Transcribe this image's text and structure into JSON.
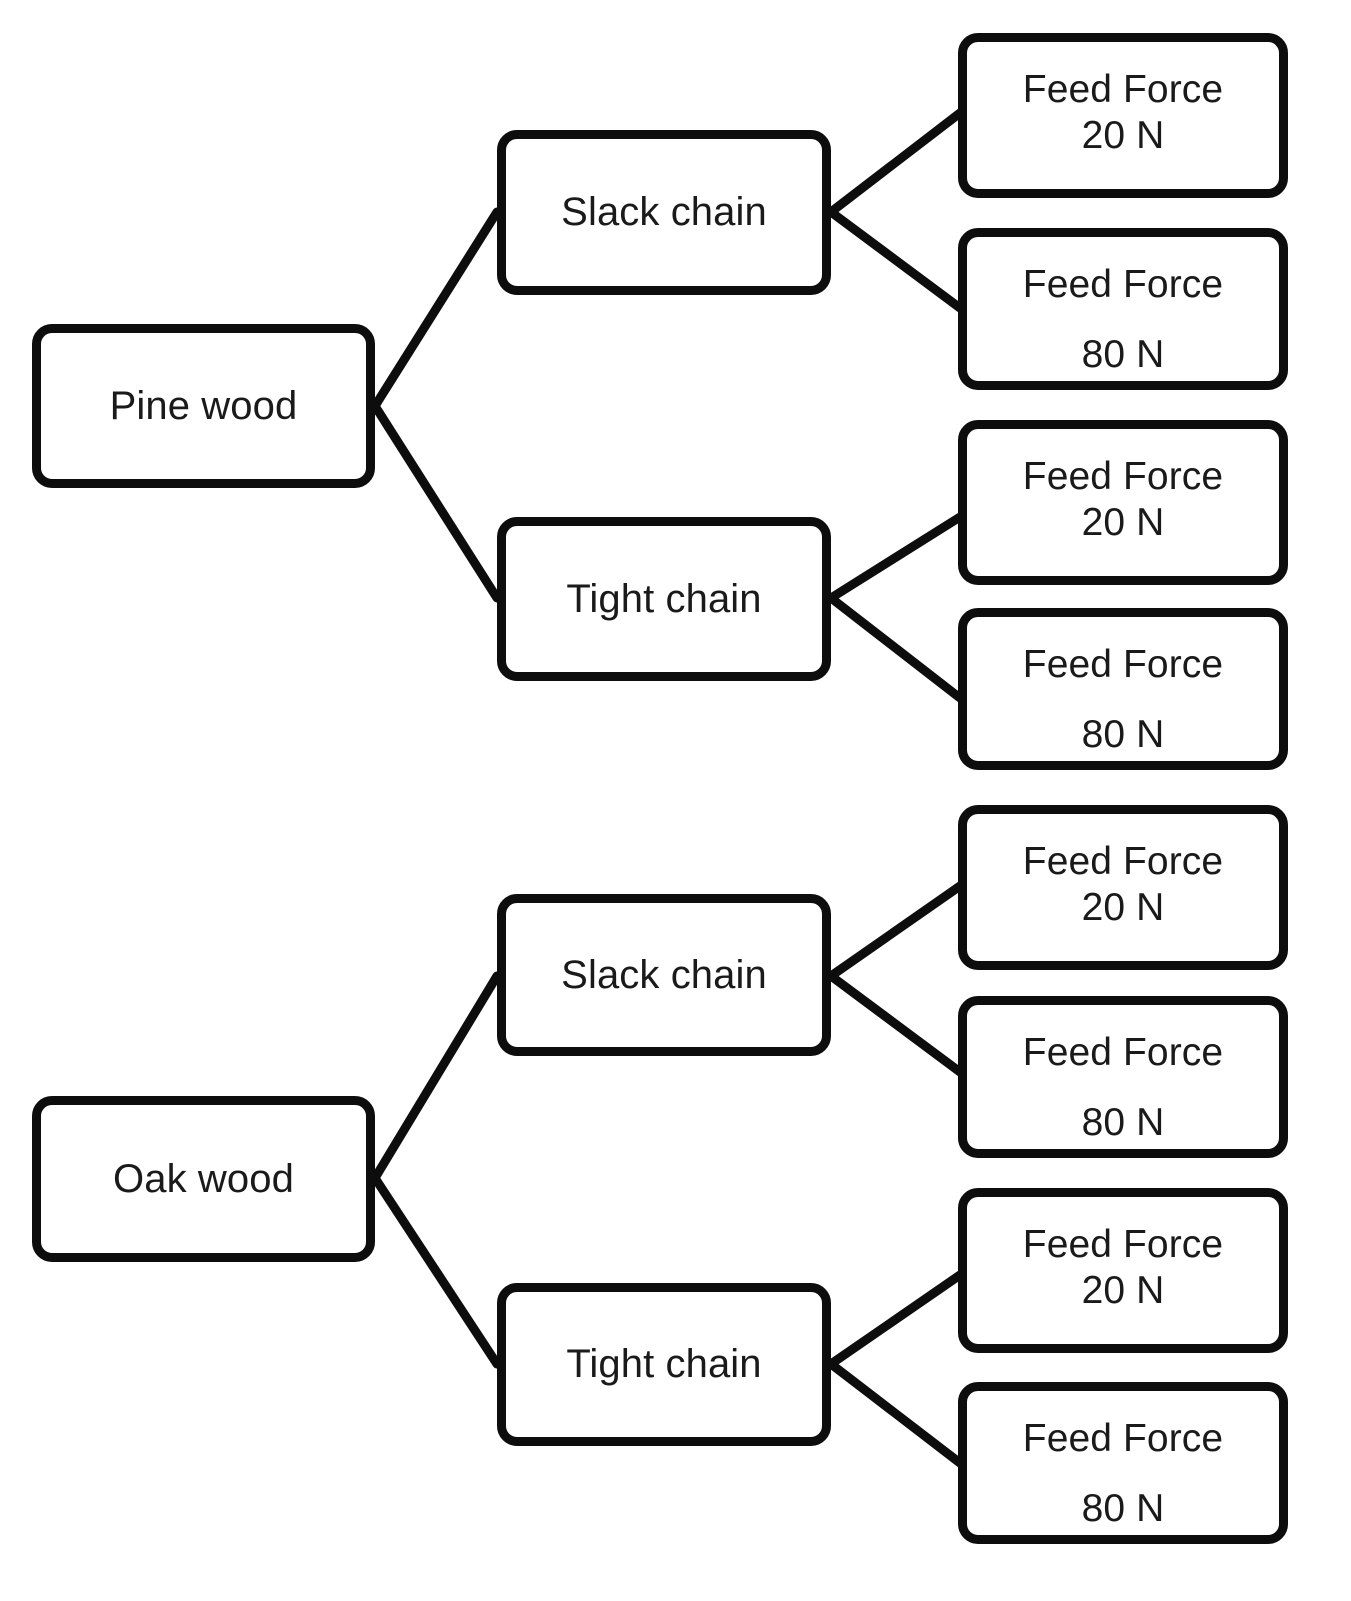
{
  "diagram": {
    "type": "tree",
    "orientation": "left-to-right",
    "style": {
      "box_border_color": "#0d0d0d",
      "box_fill_color": "#ffffff",
      "text_color": "#1a1a1a",
      "connector_color": "#0d0d0d",
      "background_color": "#ffffff"
    },
    "branches": [
      {
        "id": "pine",
        "label": "Pine wood",
        "children": [
          {
            "id": "pine-slack",
            "label": "Slack chain",
            "children": [
              {
                "id": "pine-slack-ff20",
                "line1": "Feed Force",
                "line2": "20 N"
              },
              {
                "id": "pine-slack-ff80",
                "line1": "Feed Force",
                "line2": "80 N"
              }
            ]
          },
          {
            "id": "pine-tight",
            "label": "Tight chain",
            "children": [
              {
                "id": "pine-tight-ff20",
                "line1": "Feed Force",
                "line2": "20 N"
              },
              {
                "id": "pine-tight-ff80",
                "line1": "Feed Force",
                "line2": "80 N"
              }
            ]
          }
        ]
      },
      {
        "id": "oak",
        "label": "Oak wood",
        "children": [
          {
            "id": "oak-slack",
            "label": "Slack chain",
            "children": [
              {
                "id": "oak-slack-ff20",
                "line1": "Feed Force",
                "line2": "20 N"
              },
              {
                "id": "oak-slack-ff80",
                "line1": "Feed Force",
                "line2": "80 N"
              }
            ]
          },
          {
            "id": "oak-tight",
            "label": "Tight chain",
            "children": [
              {
                "id": "oak-tight-ff20",
                "line1": "Feed Force",
                "line2": "20 N"
              },
              {
                "id": "oak-tight-ff80",
                "line1": "Feed Force",
                "line2": "80 N"
              }
            ]
          }
        ]
      }
    ]
  }
}
